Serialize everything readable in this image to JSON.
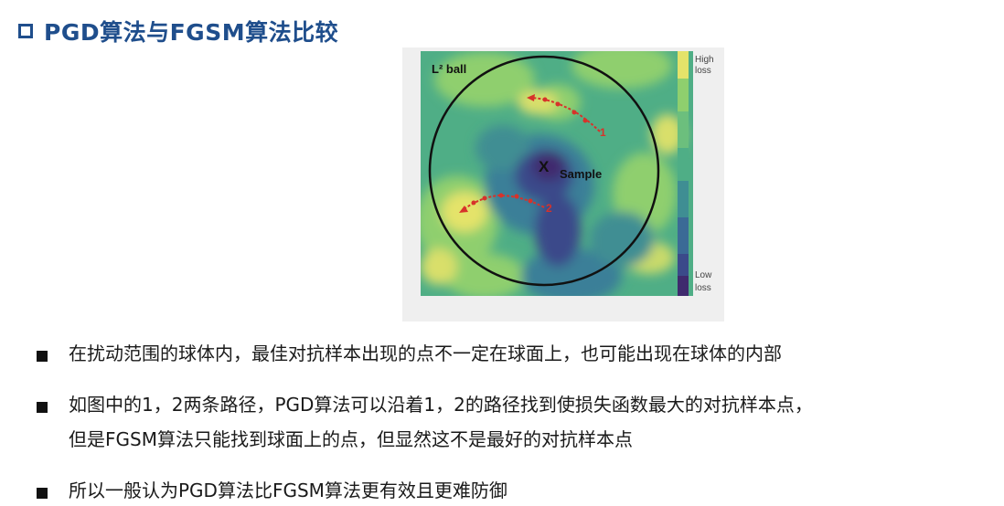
{
  "title": "PGD算法与FGSM算法比较",
  "figure": {
    "ball_label": "L² ball",
    "sample_marker": "X",
    "sample_label": "Sample",
    "path_1_label": "1",
    "path_2_label": "2",
    "colorbar_high": "High\nloss",
    "colorbar_low": "Low\nloss",
    "colorbar_high_line1": "High",
    "colorbar_high_line2": "loss",
    "colorbar_low_line1": "Low",
    "colorbar_low_line2": "loss",
    "colors": {
      "high": "#e4e36a",
      "mid_high": "#8fcf6e",
      "mid": "#4fae86",
      "mid_low": "#3a7f98",
      "low": "#3b4a8a",
      "lowest": "#3f2a6e",
      "arrow": "#d7322a"
    }
  },
  "bullets": [
    {
      "lines": [
        "在扰动范围的球体内，最佳对抗样本出现的点不一定在球面上，也可能出现在球体的内部"
      ]
    },
    {
      "lines": [
        "如图中的1，2两条路径，PGD算法可以沿着1，2的路径找到使损失函数最大的对抗样本点，",
        "但是FGSM算法只能找到球面上的点，但显然这不是最好的对抗样本点"
      ]
    },
    {
      "lines": [
        "所以一般认为PGD算法比FGSM算法更有效且更难防御"
      ]
    }
  ]
}
